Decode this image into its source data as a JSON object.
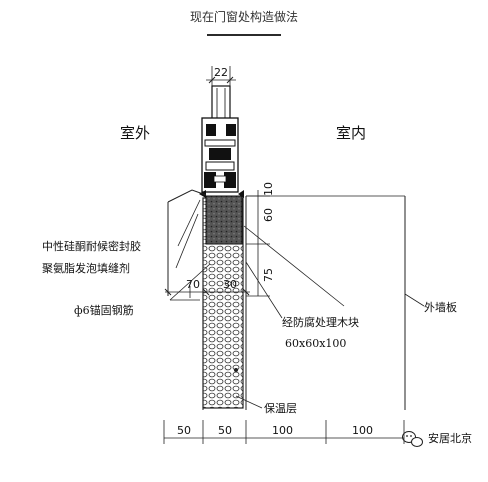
{
  "header": {
    "title": "现在门窗处构造做法"
  },
  "diagram": {
    "room_outside": "室外",
    "room_inside": "室内",
    "callouts": {
      "sealant": "中性硅酮耐候密封胶",
      "foam": "聚氨脂发泡填缝剂",
      "anchor_bar": "ф6锚固钢筋",
      "wood_block": "经防腐处理木块",
      "wood_block_size": "60x60x100",
      "exterior_wall": "外墙板",
      "insulation": "保温层"
    },
    "dimensions": {
      "frame_width": "22",
      "dim_10": "10",
      "dim_60": "60",
      "dim_75": "75",
      "dim_70": "70",
      "dim_30": "30",
      "bottom": [
        "50",
        "50",
        "100",
        "100"
      ]
    }
  },
  "watermark": {
    "text": "安居北京",
    "icon": "wechat-icon"
  }
}
